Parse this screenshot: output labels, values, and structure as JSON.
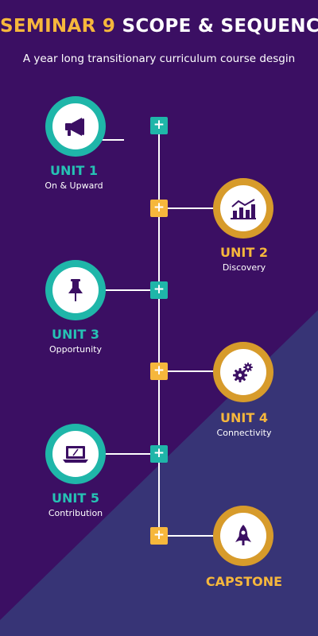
{
  "header": {
    "title_accent": "SEMINAR 9",
    "title_main": "SCOPE & SEQUENCE",
    "subtitle": "A year long transitionary curriculum course desgin"
  },
  "colors": {
    "background": "#3b0f63",
    "background_lower": "#373476",
    "teal": "#1fb6a9",
    "gold": "#f6b73c"
  },
  "steps": [
    {
      "title": "UNIT 1",
      "subtitle": "On & Upward",
      "icon": "megaphone-icon",
      "color": "teal",
      "marker": "+"
    },
    {
      "title": "UNIT 2",
      "subtitle": "Discovery",
      "icon": "bar-chart-icon",
      "color": "gold",
      "marker": "+"
    },
    {
      "title": "UNIT 3",
      "subtitle": "Opportunity",
      "icon": "pushpin-icon",
      "color": "teal",
      "marker": "+"
    },
    {
      "title": "UNIT 4",
      "subtitle": "Connectivity",
      "icon": "gears-icon",
      "color": "gold",
      "marker": "+"
    },
    {
      "title": "UNIT 5",
      "subtitle": "Contribution",
      "icon": "laptop-icon",
      "color": "teal",
      "marker": "+"
    },
    {
      "title": "CAPSTONE",
      "subtitle": "",
      "icon": "rocket-icon",
      "color": "gold",
      "marker": "+"
    }
  ]
}
